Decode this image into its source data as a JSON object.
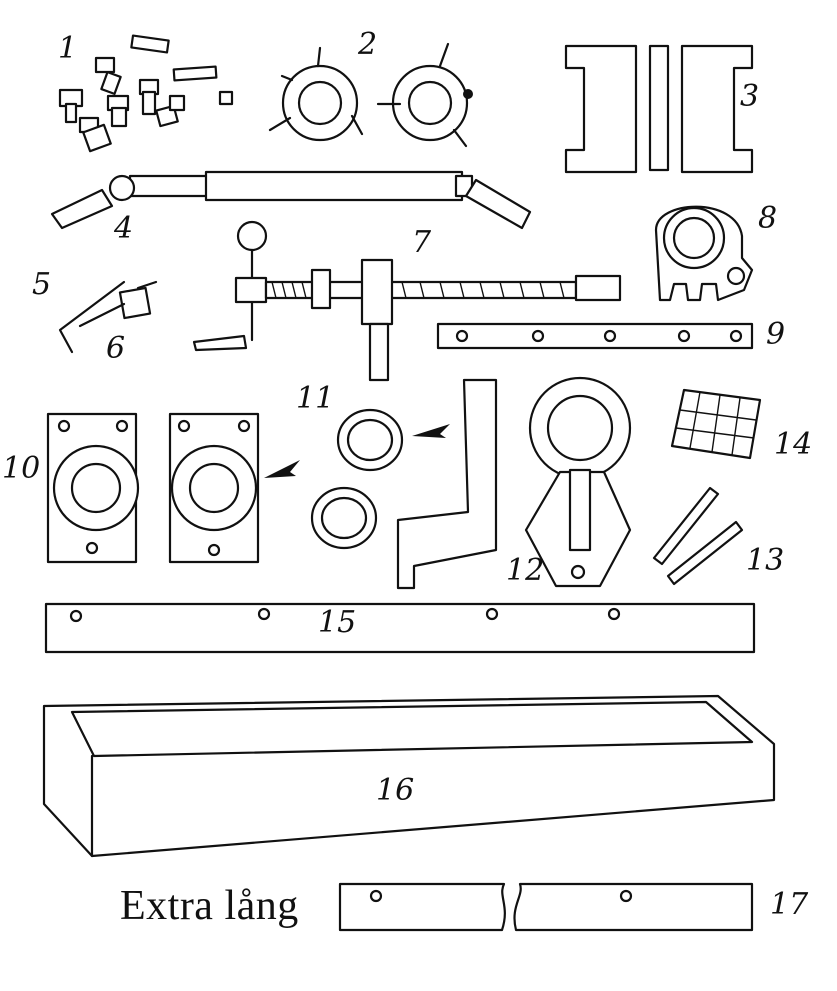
{
  "labels": {
    "n1": "1",
    "n2": "2",
    "n3": "3",
    "n4": "4",
    "n5": "5",
    "n6": "6",
    "n7": "7",
    "n8": "8",
    "n9": "9",
    "n10": "10",
    "n11": "11",
    "n12": "12",
    "n13": "13",
    "n14": "14",
    "n15": "15",
    "n16": "16",
    "n17": "17"
  },
  "caption": "Extra lång"
}
